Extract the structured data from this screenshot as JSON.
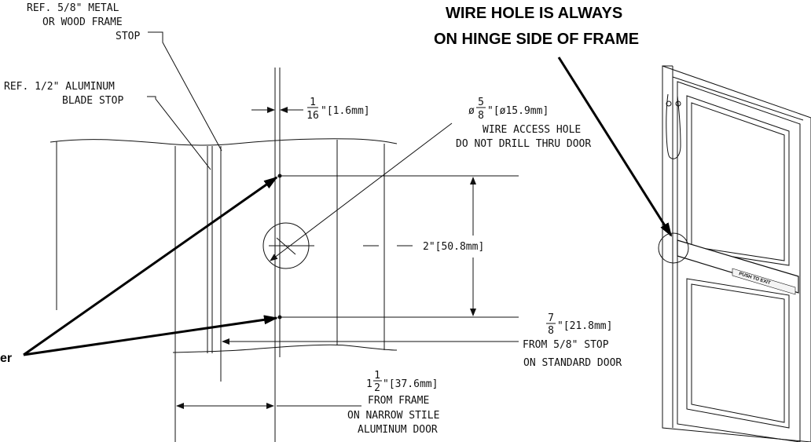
{
  "notes": {
    "wire_hole_line1": "WIRE HOLE IS ALWAYS",
    "wire_hole_line2": "ON HINGE SIDE OF FRAME",
    "left_fragment": "er"
  },
  "refs": {
    "metal_frame_line1": "REF. 5/8\" METAL",
    "metal_frame_line2": "OR WOOD FRAME",
    "metal_frame_line3": "STOP",
    "blade_stop_line1": "REF. 1/2\" ALUMINUM",
    "blade_stop_line2": "BLADE STOP"
  },
  "dims": {
    "sixteenth_num": "1",
    "sixteenth_den": "16",
    "sixteenth_rest": "\"[1.6mm]",
    "diameter_prefix": "ø",
    "diameter_num": "5",
    "diameter_den": "8",
    "diameter_rest": "\"[ø15.9mm]",
    "wire_access_line1": "WIRE ACCESS HOLE",
    "wire_access_line2": "DO NOT DRILL THRU DOOR",
    "two_inch": "2\"[50.8mm]",
    "seven_eighths_num": "7",
    "seven_eighths_den": "8",
    "seven_eighths_rest": "\"[21.8mm]",
    "from_stop_line1": "FROM 5/8\" STOP",
    "from_stop_line2": "ON STANDARD DOOR",
    "one_half_whole": "1",
    "one_half_num": "1",
    "one_half_den": "2",
    "one_half_rest": "\"[37.6mm]",
    "from_frame_line1": "FROM FRAME",
    "from_frame_line2": "ON NARROW STILE",
    "from_frame_line3": "ALUMINUM DOOR"
  },
  "door_bar_label": "PUSH TO EXIT"
}
